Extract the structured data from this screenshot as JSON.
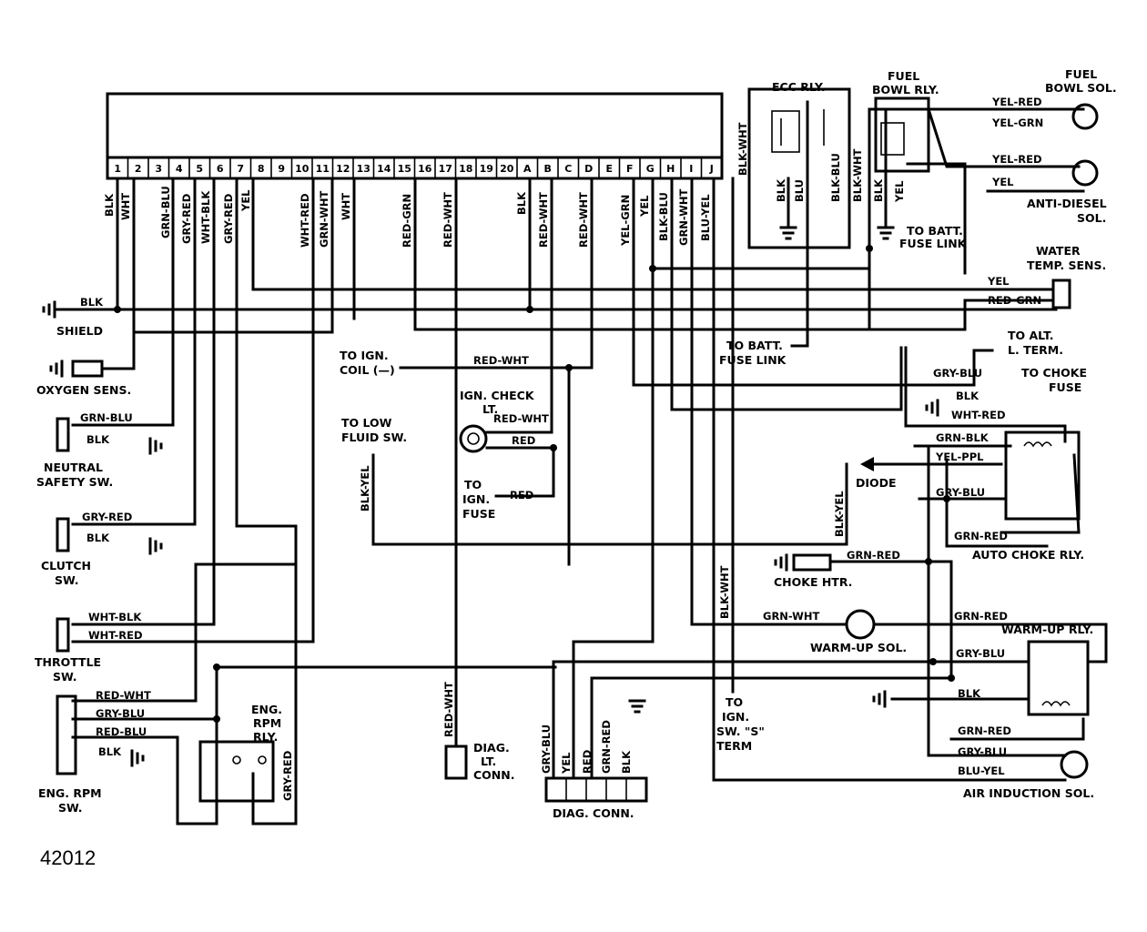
{
  "figure_id": "42012",
  "connector": {
    "pins": [
      "1",
      "2",
      "3",
      "4",
      "5",
      "6",
      "7",
      "8",
      "9",
      "10",
      "11",
      "12",
      "13",
      "14",
      "15",
      "16",
      "17",
      "18",
      "19",
      "20",
      "A",
      "B",
      "C",
      "D",
      "E",
      "F",
      "G",
      "H",
      "I",
      "J"
    ]
  },
  "pin_wires": {
    "p1": "BLK",
    "p2": "WHT",
    "p4": "GRN-BLU",
    "p5": "GRY-RED",
    "p6": "WHT-BLK",
    "p7": "GRY-RED",
    "p8": "YEL",
    "p11": "WHT-RED",
    "p12": "GRN-WHT",
    "p13": "WHT",
    "p16": "RED-GRN",
    "p18": "RED-WHT",
    "pA": "BLK",
    "pB": "RED-WHT",
    "pD": "RED-WHT",
    "pF": "YEL-GRN",
    "pG": "YEL",
    "pH": "BLK-BLU",
    "pI": "GRN-WHT",
    "pJ": "BLU-YEL"
  },
  "components": {
    "ecc_rly": "ECC RLY.",
    "fuel_bowl_rly_1": "FUEL",
    "fuel_bowl_rly_2": "BOWL RLY.",
    "fuel_bowl_sol_1": "FUEL",
    "fuel_bowl_sol_2": "BOWL SOL.",
    "anti_diesel_1": "ANTI-DIESEL",
    "anti_diesel_2": "SOL.",
    "water_temp_1": "WATER",
    "water_temp_2": "TEMP. SENS.",
    "shield": "SHIELD",
    "oxygen_sens": "OXYGEN SENS.",
    "neutral_1": "NEUTRAL",
    "neutral_2": "SAFETY SW.",
    "clutch_1": "CLUTCH",
    "clutch_2": "SW.",
    "throttle_1": "THROTTLE",
    "throttle_2": "SW.",
    "eng_rpm_sw_1": "ENG. RPM",
    "eng_rpm_sw_2": "SW.",
    "eng_rpm_rly_1": "ENG.",
    "eng_rpm_rly_2": "RPM",
    "eng_rpm_rly_3": "RLY.",
    "to_ign_coil_1": "TO IGN.",
    "to_ign_coil_2": "COIL (—)",
    "to_low_fluid_1": "TO LOW",
    "to_low_fluid_2": "FLUID SW.",
    "ign_check_1": "IGN. CHECK",
    "ign_check_2": "LT.",
    "to_ign_fuse_1": "TO",
    "to_ign_fuse_2": "IGN.",
    "to_ign_fuse_3": "FUSE",
    "diag_lt_1": "DIAG.",
    "diag_lt_2": "LT.",
    "diag_lt_3": "CONN.",
    "diag_conn": "DIAG.  CONN.",
    "to_batt_fuse_1": "TO BATT.",
    "to_batt_fuse_2": "FUSE LINK",
    "to_batt_fuse_b1": "TO BATT.",
    "to_batt_fuse_b2": "FUSE LINK",
    "to_alt_1": "TO ALT.",
    "to_alt_2": "L. TERM.",
    "to_choke_fuse_1": "TO CHOKE",
    "to_choke_fuse_2": "FUSE",
    "diode": "DIODE",
    "auto_choke_rly": "AUTO CHOKE RLY.",
    "choke_htr": "CHOKE HTR.",
    "warm_up_sol": "WARM-UP SOL.",
    "warm_up_rly": "WARM-UP RLY.",
    "to_ign_sw_1": "TO",
    "to_ign_sw_2": "IGN.",
    "to_ign_sw_3": "SW. \"S\"",
    "to_ign_sw_4": "TERM",
    "air_induction": "AIR INDUCTION SOL."
  },
  "wire_labels": {
    "blk_main": "BLK",
    "yel_red_1": "YEL-RED",
    "yel_grn_1": "YEL-GRN",
    "yel_red_2": "YEL-RED",
    "yel_2": "YEL",
    "yel_temp": "YEL",
    "red_grn_temp": "RED-GRN",
    "ecc_blk_wht": "BLK-WHT",
    "ecc_blk": "BLK",
    "ecc_blu": "BLU",
    "ecc_blk_blu": "BLK-BLU",
    "fb_blk_wht": "BLK-WHT",
    "fb_blk": "BLK",
    "fb_yel": "YEL",
    "red_wht_coil": "RED-WHT",
    "red_wht_lt": "RED-WHT",
    "red_lt": "RED",
    "red_fuse": "RED",
    "blk_yel_fluid": "BLK-YEL",
    "red_wht_diag": "RED-WHT",
    "grn_blu_neutral": "GRN-BLU",
    "blk_neutral": "BLK",
    "gry_red_clutch": "GRY-RED",
    "blk_clutch": "BLK",
    "wht_blk_thr": "WHT-BLK",
    "wht_red_thr": "WHT-RED",
    "red_wht_rpm": "RED-WHT",
    "gry_blu_rpm": "GRY-BLU",
    "red_blu_rpm": "RED-BLU",
    "blk_rpm": "BLK",
    "gry_red_rly": "GRY-RED",
    "diag_gry_blu": "GRY-BLU",
    "diag_yel": "YEL",
    "diag_red": "RED",
    "diag_grn_red": "GRN-RED",
    "diag_blk": "BLK",
    "gry_blu_choke": "GRY-BLU",
    "blk_choke": "BLK",
    "wht_red_choke": "WHT-RED",
    "grn_blk_choke": "GRN-BLK",
    "yel_ppl_choke": "YEL-PPL",
    "gry_blu_choke2": "GRY-BLU",
    "blk_yel_diode": "BLK-YEL",
    "grn_red_choke": "GRN-RED",
    "grn_red_htr": "GRN-RED",
    "blk_wht_ign": "BLK-WHT",
    "grn_wht_sol": "GRN-WHT",
    "grn_red_wu": "GRN-RED",
    "gry_blu_wu": "GRY-BLU",
    "blk_wu": "BLK",
    "grn_red_wu2": "GRN-RED",
    "gry_blu_air": "GRY-BLU",
    "blu_yel_air": "BLU-YEL"
  },
  "colors": {
    "ink": "#000000",
    "paper": "#ffffff"
  }
}
